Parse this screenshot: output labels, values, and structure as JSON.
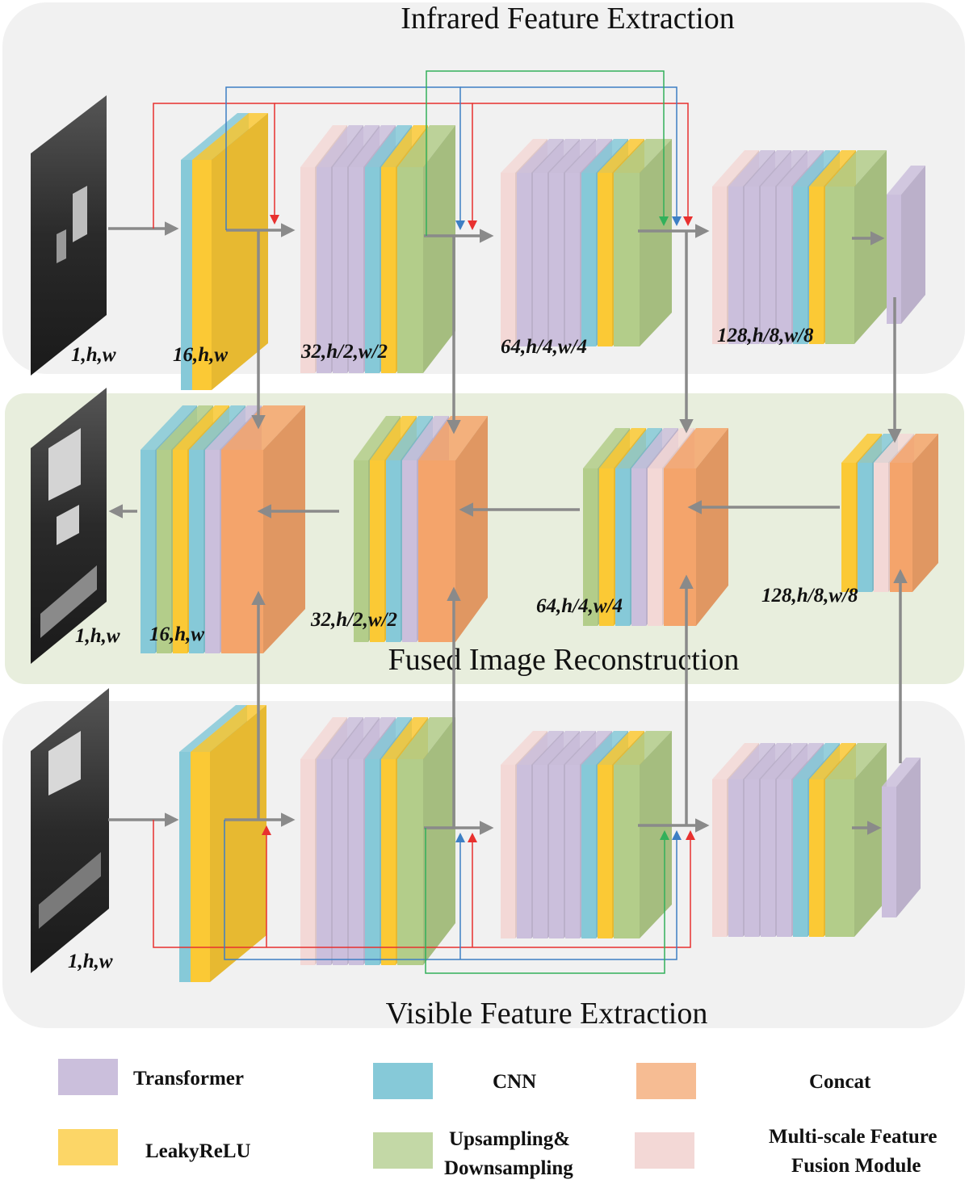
{
  "sections": {
    "infrared_title": "Infrared Feature Extraction",
    "fused_title": "Fused Image Reconstruction",
    "visible_title": "Visible Feature Extraction"
  },
  "dims": {
    "ir_input": "1,h,w",
    "ir_l1": "16,h,w",
    "ir_l2": "32,h/2,w/2",
    "ir_l3": "64,h/4,w/4",
    "ir_l4": "128,h/8,w/8",
    "fu_out": "1,h,w",
    "fu_l1": "16,h,w",
    "fu_l2": "32,h/2,w/2",
    "fu_l3": "64,h/4,w/4",
    "fu_l4": "128,h/8,w/8",
    "vi_input": "1,h,w"
  },
  "legend": {
    "transformer": "Transformer",
    "cnn": "CNN",
    "concat": "Concat",
    "leakyrelu": "LeakyReLU",
    "updown_1": "Upsampling&",
    "updown_2": "Downsampling",
    "msffm_1": "Multi-scale Feature",
    "msffm_2": "Fusion Module"
  },
  "colors": {
    "transformer": "#cbbfdc",
    "cnn": "#86c9d8",
    "concat": "#f4a46b",
    "leakyrelu": "#fbc935",
    "updown": "#b3cd8a",
    "msffm": "#f3d8d6",
    "skip_red": "#e8312f",
    "skip_blue": "#3d7fc4",
    "skip_green": "#32b05a",
    "arrow_gray": "#8a8a8a"
  }
}
